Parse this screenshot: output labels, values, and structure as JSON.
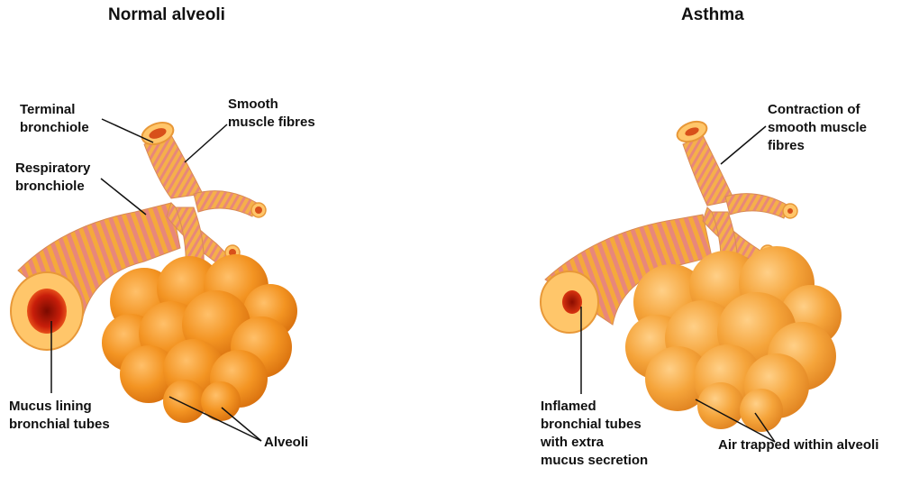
{
  "panels": {
    "normal": {
      "title": "Normal alveoli",
      "labels": {
        "terminal_bronchiole": [
          "Terminal",
          "bronchiole"
        ],
        "smooth_muscle": [
          "Smooth",
          "muscle fibres"
        ],
        "respiratory_bronchiole": [
          "Respiratory",
          "bronchiole"
        ],
        "mucus_lining": [
          "Mucus lining",
          "bronchial tubes"
        ],
        "alveoli": [
          "Alveoli"
        ]
      }
    },
    "asthma": {
      "title": "Asthma",
      "labels": {
        "contraction": [
          "Contraction of",
          "smooth muscle",
          "fibres"
        ],
        "inflamed": [
          "Inflamed",
          "bronchial tubes",
          "with extra",
          "mucus secretion"
        ],
        "air_trapped": [
          "Air trapped within alveoli"
        ]
      }
    }
  },
  "colors": {
    "tube_orange": "#f5a93b",
    "tube_light": "#ffd27a",
    "muscle_pink": "#e8877a",
    "alveoli_orange": "#f39422",
    "alveoli_light": "#ffc06a",
    "lumen_red": "#c81e0a"
  }
}
